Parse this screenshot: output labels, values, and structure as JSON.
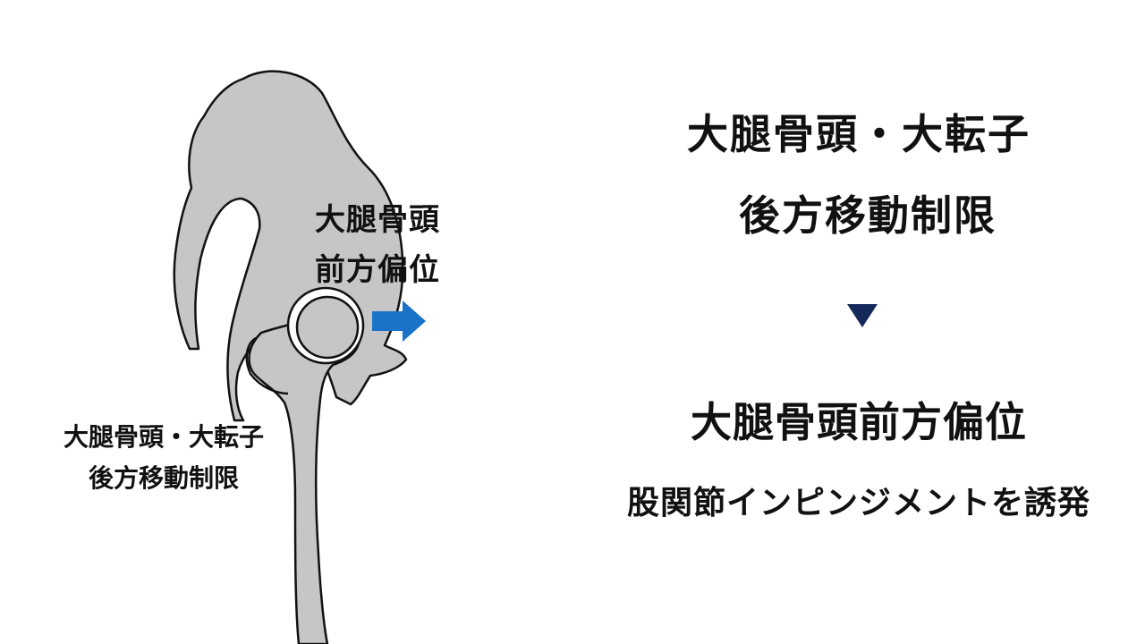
{
  "colors": {
    "bone_fill": "#c6c6c6",
    "bone_stroke": "#111111",
    "cartilage": "#ffffff",
    "arrow_blue": "#1a73c9",
    "triangle_navy": "#14285a"
  },
  "diagram": {
    "callout_head_line1": "大腿骨頭",
    "callout_head_line2": "前方偏位",
    "callout_restrict_line1": "大腿骨頭・大転子",
    "callout_restrict_line2": "後方移動制限"
  },
  "summary": {
    "title_line1": "大腿骨頭・大転子",
    "title_line2": "後方移動制限",
    "result": "大腿骨頭前方偏位",
    "effect": "股関節インピンジメントを誘発"
  },
  "icons": {
    "movement_arrow": "right-arrow-icon",
    "flow_marker": "down-triangle-icon"
  }
}
